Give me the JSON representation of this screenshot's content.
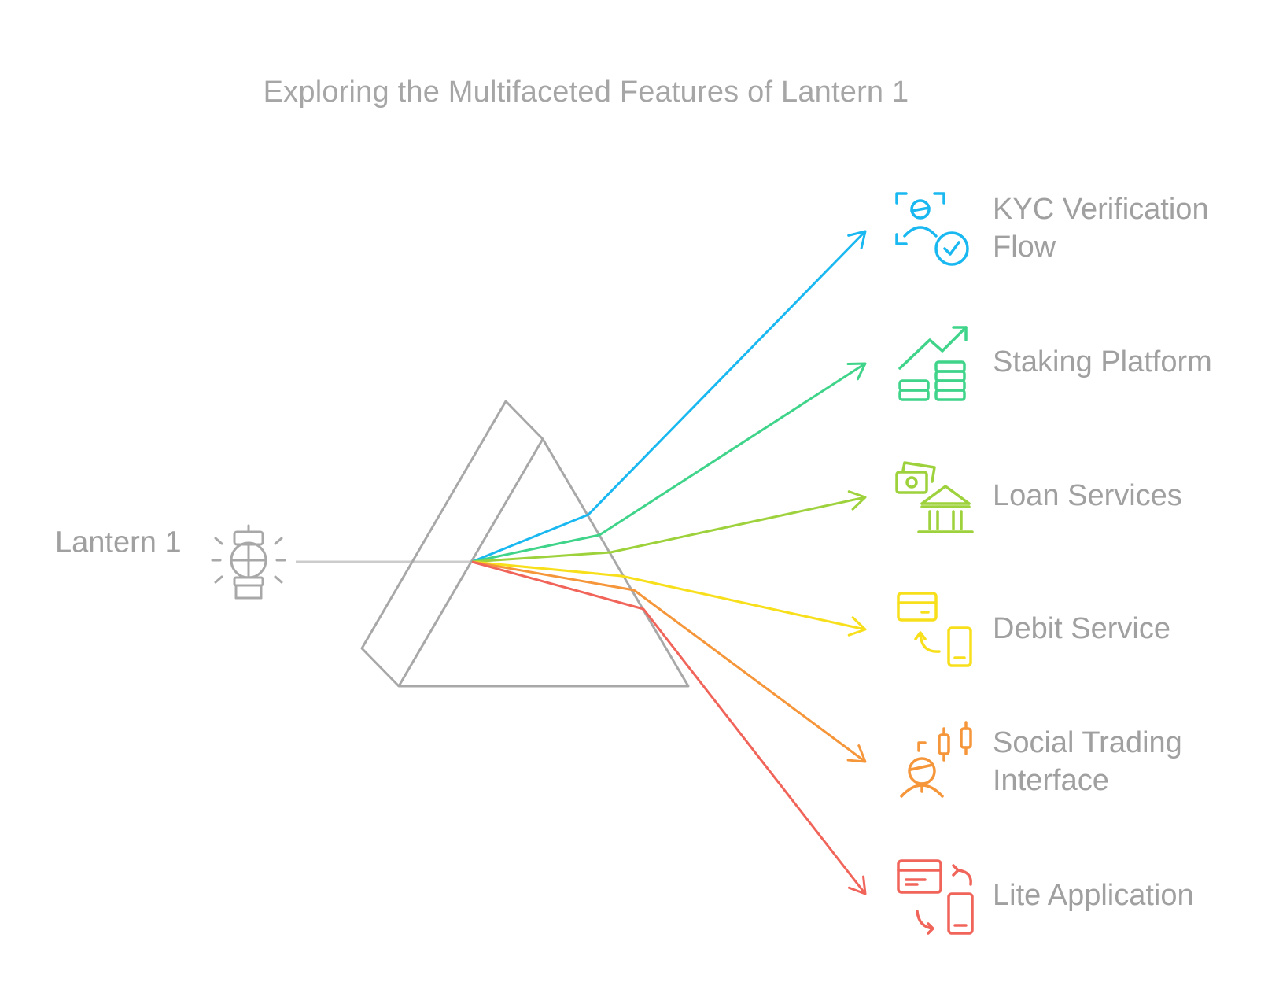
{
  "title": "Exploring the Multifaceted Features of Lantern 1",
  "source": {
    "label": "Lantern 1",
    "icon": "lantern-icon"
  },
  "colors": {
    "text": "#a0a0a0",
    "prism": "#a8a8a8",
    "beam": "#cccccc"
  },
  "features": [
    {
      "id": "kyc",
      "line1": "KYC Verification",
      "line2": "Flow",
      "icon": "kyc-verification-icon",
      "color": "#1ab8f0"
    },
    {
      "id": "staking",
      "line1": "Staking Platform",
      "line2": "",
      "icon": "staking-growth-icon",
      "color": "#3fd48a"
    },
    {
      "id": "loan",
      "line1": "Loan Services",
      "line2": "",
      "icon": "bank-loan-icon",
      "color": "#9ed23c"
    },
    {
      "id": "debit",
      "line1": "Debit Service",
      "line2": "",
      "icon": "debit-card-phone-icon",
      "color": "#f8df1c"
    },
    {
      "id": "social",
      "line1": "Social Trading",
      "line2": "Interface",
      "icon": "social-trading-icon",
      "color": "#f5963a"
    },
    {
      "id": "lite",
      "line1": "Lite Application",
      "line2": "",
      "icon": "lite-app-sync-icon",
      "color": "#f0645a"
    }
  ]
}
